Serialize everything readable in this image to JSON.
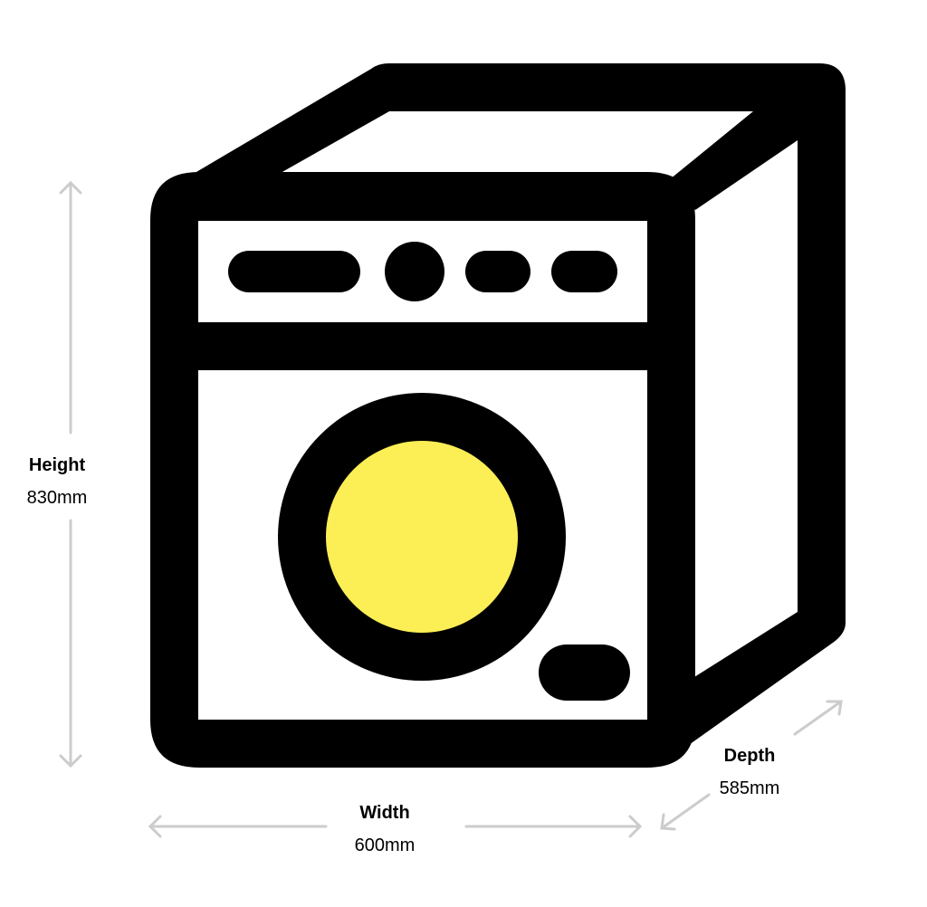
{
  "diagram": {
    "subject": "washing-machine",
    "colors": {
      "outline": "#000000",
      "door_glass": "#FCEE55",
      "dimension_arrow": "#CCCCCC",
      "background": "#FFFFFF"
    },
    "dimensions": {
      "height": {
        "label": "Height",
        "value": "830mm"
      },
      "width": {
        "label": "Width",
        "value": "600mm"
      },
      "depth": {
        "label": "Depth",
        "value": "585mm"
      }
    }
  }
}
